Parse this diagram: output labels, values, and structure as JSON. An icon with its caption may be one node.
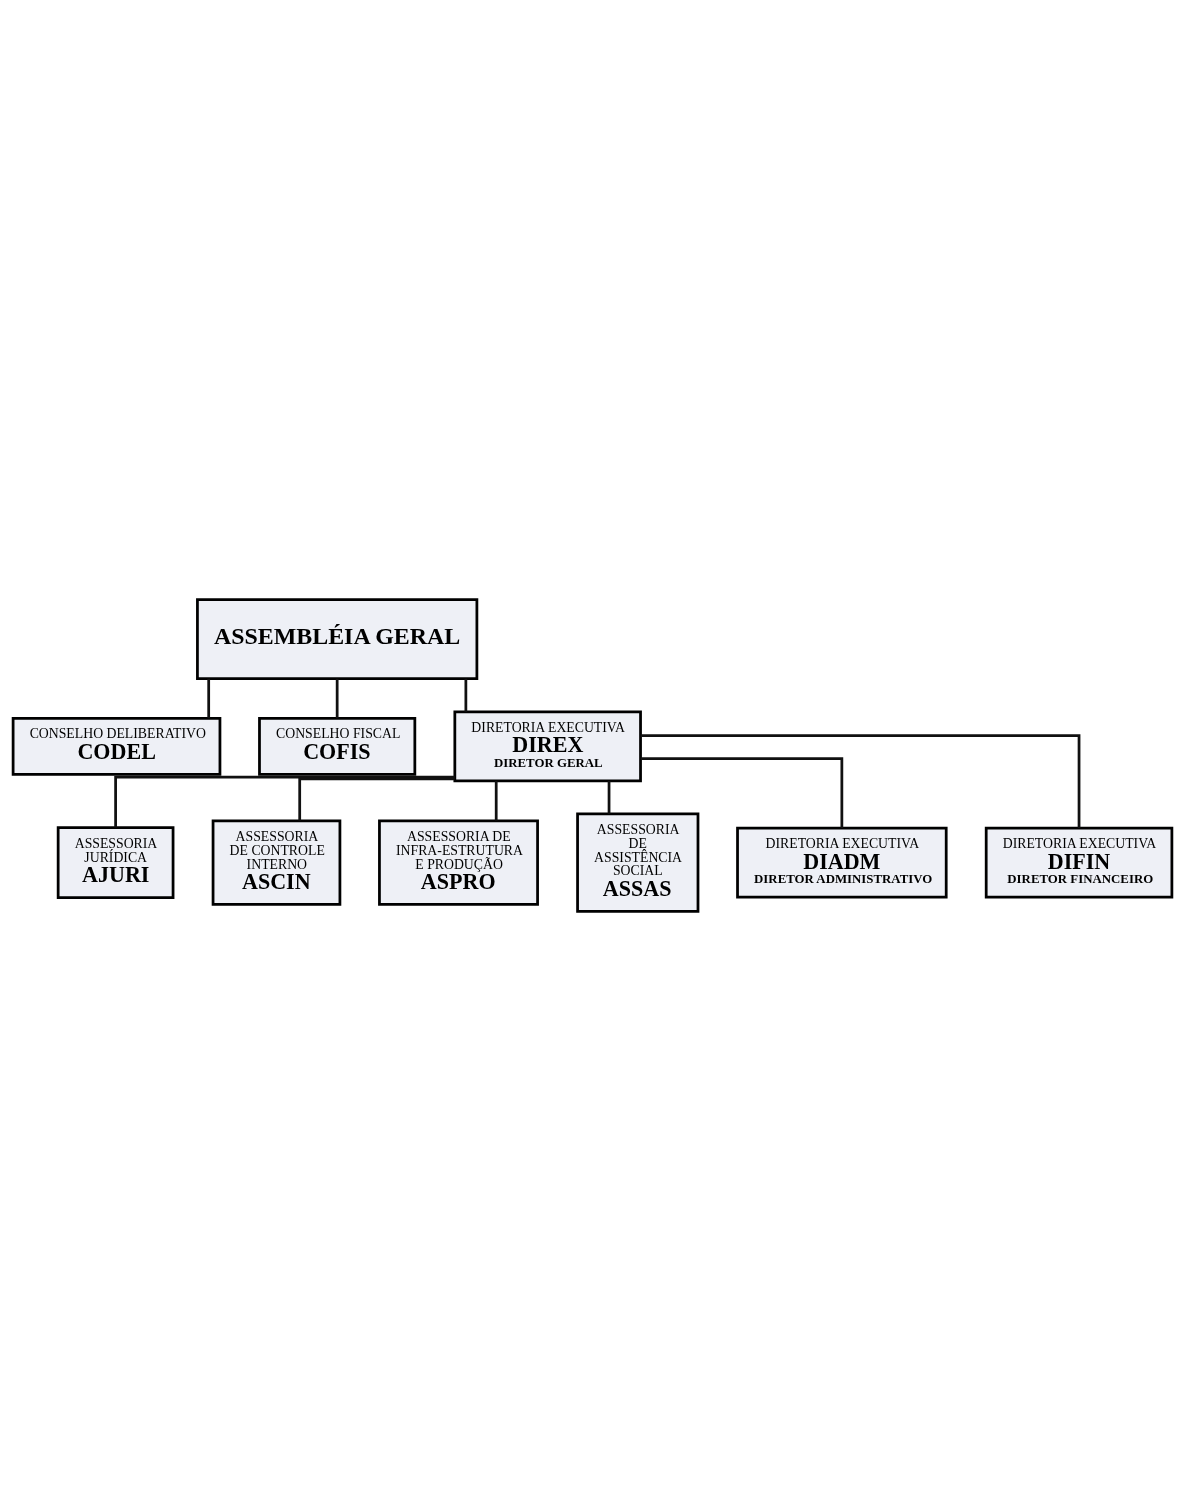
{
  "diagram": {
    "nodes": [
      {
        "text": [
          "ASSEMBLÉIA GERAL"
        ]
      },
      {
        "text": [
          "CONSELHO DELIBERATIVO",
          "CODEL"
        ]
      },
      {
        "text": [
          "CONSELHO FISCAL",
          "COFIS"
        ]
      },
      {
        "text": [
          "DIRETORIA EXECUTIVA",
          "DIREX",
          "DIRETOR GERAL"
        ]
      },
      {
        "text": [
          "ASSESSORIA JURÍDICA",
          "AJURI"
        ]
      },
      {
        "text": [
          "ASSESSORIA DE CONTROLE INTERNO",
          "ASCIN"
        ]
      },
      {
        "text": [
          "ASSESSORIA DE INFRA-ESTRUTURA E PRODUÇÃO",
          "ASPRO"
        ]
      },
      {
        "text": [
          "ASSESSORIA DE ASSISTÊNCIA SOCIAL",
          "ASSAS"
        ]
      },
      {
        "text": [
          "DIRETORIA EXECUTIVA",
          "DIADM",
          "DIRETOR ADMINISTRATIVO"
        ]
      },
      {
        "text": [
          "DIRETORIA EXECUTIVA",
          "DIFIN",
          "DIRETOR FINANCEIRO"
        ]
      }
    ],
    "edges": [
      {
        "from": 0,
        "to": 1,
        "arrow": "none"
      },
      {
        "from": 0,
        "to": 2,
        "arrow": "none"
      },
      {
        "from": 0,
        "to": 3,
        "arrow": "none"
      },
      {
        "from": 3,
        "to": 4,
        "arrow": "none"
      },
      {
        "from": 3,
        "to": 6,
        "arrow": "none"
      },
      {
        "from": 3,
        "to": 5,
        "arrow": "none"
      },
      {
        "from": 3,
        "to": 7,
        "arrow": "none"
      },
      {
        "from": 3,
        "to": 8,
        "arrow": "none"
      },
      {
        "from": 3,
        "to": 9,
        "arrow": "none"
      }
    ]
  }
}
